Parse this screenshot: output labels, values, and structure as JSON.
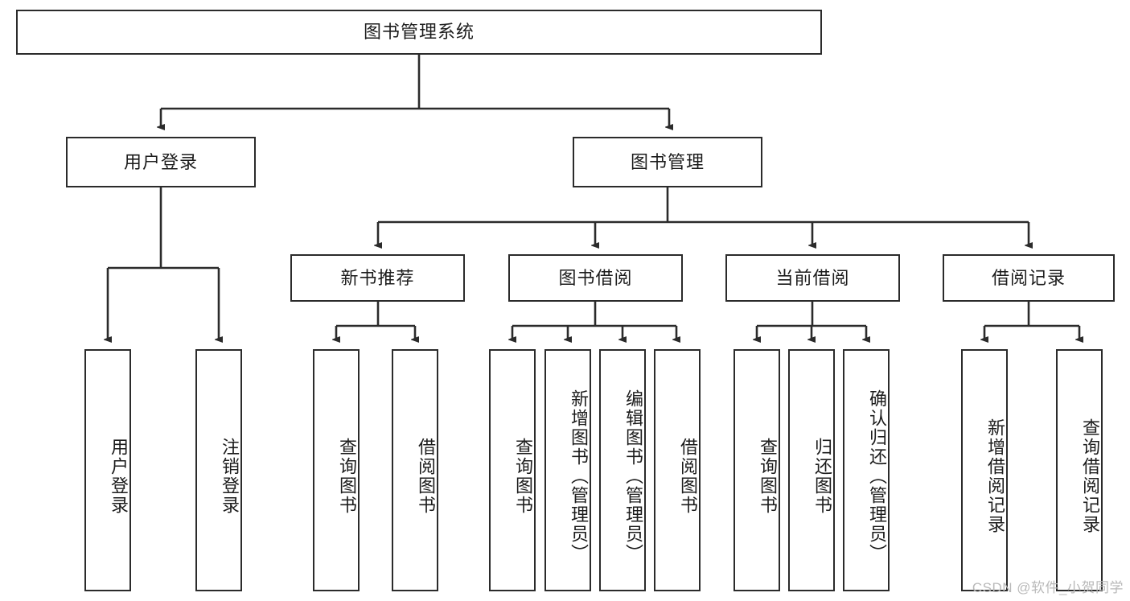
{
  "diagram": {
    "title": "图书管理系统",
    "type": "tree-hierarchy",
    "stroke_color": "#2b2b2b",
    "background_color": "#ffffff",
    "root": {
      "id": "root",
      "label": "图书管理系统"
    },
    "level2": [
      {
        "id": "user-login",
        "label": "用户登录"
      },
      {
        "id": "book-manage",
        "label": "图书管理"
      }
    ],
    "level3": [
      {
        "id": "new-book-recommend",
        "label": "新书推荐"
      },
      {
        "id": "book-borrow",
        "label": "图书借阅"
      },
      {
        "id": "current-borrow",
        "label": "当前借阅"
      },
      {
        "id": "borrow-record",
        "label": "借阅记录"
      }
    ],
    "leaves": {
      "user_login": [
        {
          "id": "leaf-user-login",
          "label": "用户登录"
        },
        {
          "id": "leaf-logout-login",
          "label": "注销登录"
        }
      ],
      "new_book_recommend": [
        {
          "id": "leaf-query-book-1",
          "label": "查询图书"
        },
        {
          "id": "leaf-borrow-book-1",
          "label": "借阅图书"
        }
      ],
      "book_borrow": [
        {
          "id": "leaf-query-book-2",
          "label": "查询图书"
        },
        {
          "id": "leaf-add-book",
          "label": "新增图书（管理员）"
        },
        {
          "id": "leaf-edit-book",
          "label": "编辑图书（管理员）"
        },
        {
          "id": "leaf-borrow-book-2",
          "label": "借阅图书"
        }
      ],
      "current_borrow": [
        {
          "id": "leaf-query-book-3",
          "label": "查询图书"
        },
        {
          "id": "leaf-return-book",
          "label": "归还图书"
        },
        {
          "id": "leaf-confirm-return",
          "label": "确认归还（管理员）"
        }
      ],
      "borrow_record": [
        {
          "id": "leaf-add-record",
          "label": "新增借阅记录"
        },
        {
          "id": "leaf-query-record",
          "label": "查询借阅记录"
        }
      ]
    }
  },
  "watermark": {
    "text": "CSDN @软件_小贺同学"
  }
}
